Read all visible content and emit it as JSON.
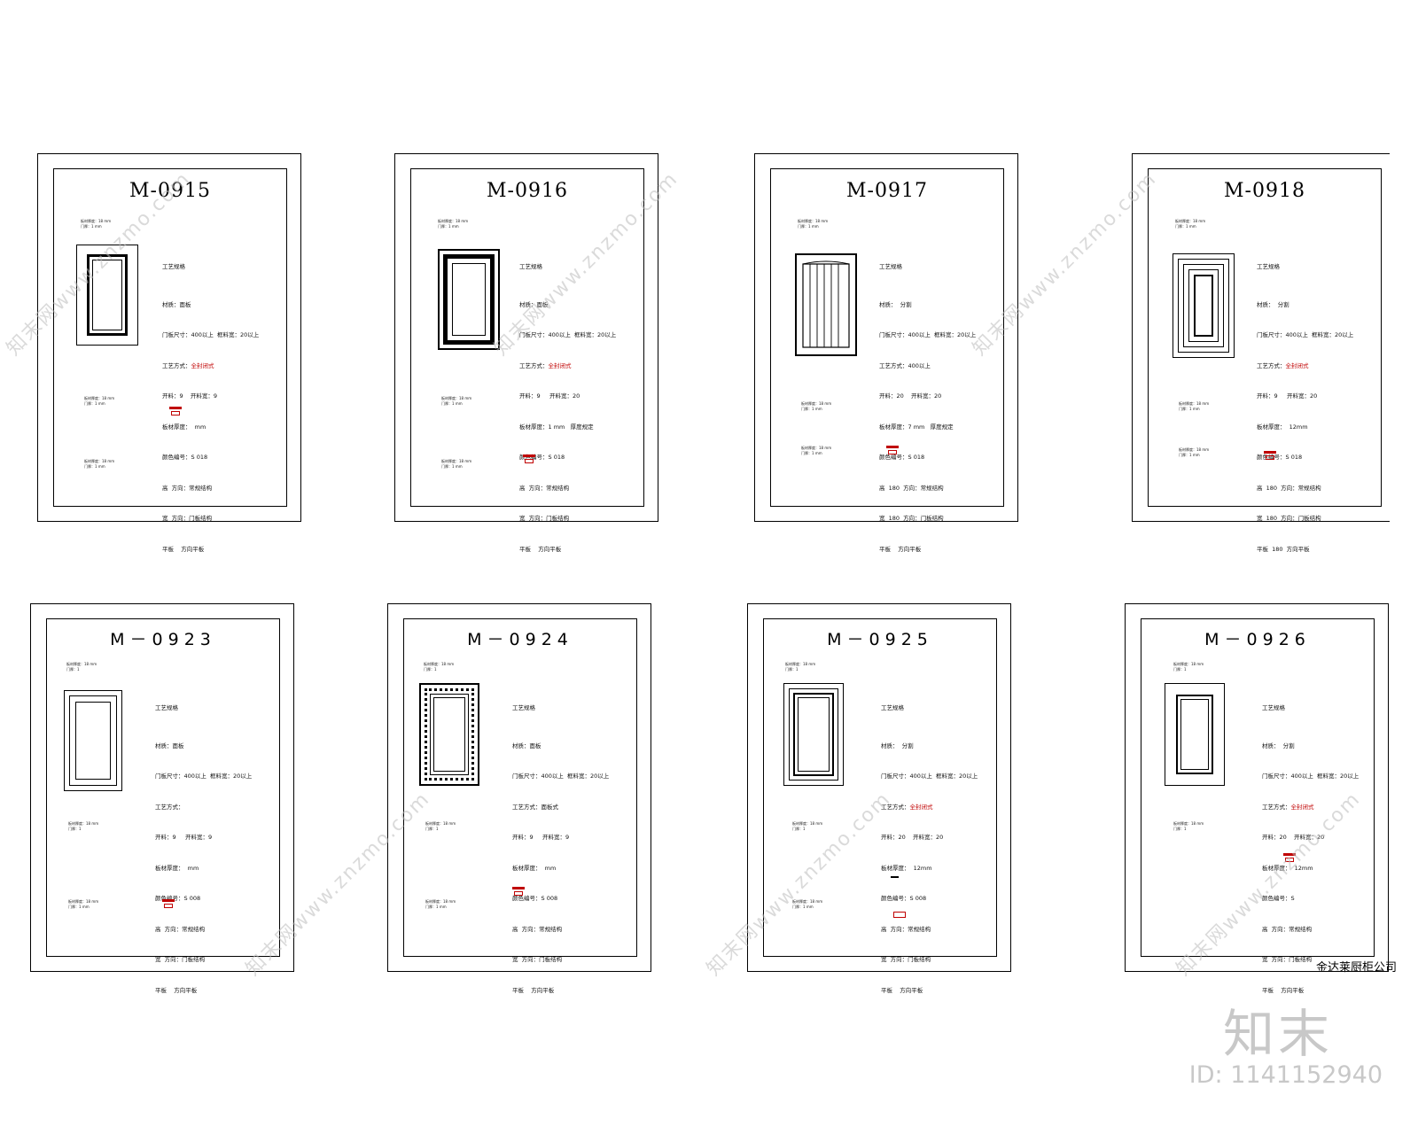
{
  "sheets": [
    {
      "code": "M-0915",
      "notes": [
        "板材厚度：18 mm",
        "门厚：1 mm"
      ],
      "spec_title": "工艺规格",
      "specs": [
        "材质：面板",
        "门板尺寸：400以上  框料宽：20以上",
        "工艺方式：",
        "开料：9    开料宽：9",
        "板材厚度：  mm",
        "颜色编号：S 018",
        "高  方向：常规结构",
        "宽  方向：门板结构",
        "平板    方向平板"
      ],
      "red": "全封闭式",
      "notes_2": [
        "板材厚度：18 mm",
        "门厚：1 mm"
      ],
      "notes_3": [
        "板材厚度：18 mm",
        "门厚：1 mm"
      ]
    },
    {
      "code": "M-0916",
      "notes": [
        "板材厚度：18 mm",
        "门厚：1 mm"
      ],
      "spec_title": "工艺规格",
      "specs": [
        "材质：面板",
        "门板尺寸：400以上  框料宽：20以上",
        "工艺方式：",
        "开料：9     开料宽：20",
        "板材厚度：1 mm   厚度规定",
        "颜色编号：S 018",
        "高  方向：常规结构",
        "宽  方向：门板结构",
        "平板    方向平板"
      ],
      "red": "全封闭式",
      "notes_2": [
        "板材厚度：18 mm",
        "门厚：1 mm"
      ],
      "notes_3": [
        "板材厚度：18 mm",
        "门厚：1 mm"
      ]
    },
    {
      "code": "M-0917",
      "notes": [
        "板材厚度：18 mm",
        "门厚：1 mm"
      ],
      "spec_title": "工艺规格",
      "specs": [
        "材质：  分割",
        "门板尺寸：400以上  框料宽：20以上",
        "工艺方式：400以上",
        "开料：20    开料宽：20",
        "板材厚度：7 mm   厚度规定",
        "颜色编号：S 018",
        "高  180  方向：常规结构",
        "宽  180  方向：门板结构",
        "平板    方向平板"
      ],
      "red": "",
      "notes_2": [
        "板材厚度：18 mm",
        "门厚：1 mm"
      ],
      "notes_3": [
        "板材厚度：18 mm",
        "门厚：1 mm"
      ]
    },
    {
      "code": "M-0918",
      "notes": [
        "板材厚度：18 mm",
        "门厚：1 mm"
      ],
      "spec_title": "工艺规格",
      "specs": [
        "材质：  分割",
        "门板尺寸：400以上  框料宽：20以上",
        "工艺方式：",
        "开料：9     开料宽：20",
        "板材厚度：  12mm",
        "颜色编号：S 018",
        "高  180  方向：常规结构",
        "宽  180  方向：门板结构",
        "平板  180  方向平板"
      ],
      "red": "全封闭式",
      "notes_2": [
        "板材厚度：18 mm",
        "门厚：1 mm"
      ],
      "notes_3": [
        "板材厚度：18 mm",
        "门厚：1 mm"
      ]
    },
    {
      "code": "M－0923",
      "notes": [
        "板材厚度：18 mm",
        "门厚：1"
      ],
      "spec_title": "工艺规格",
      "specs": [
        "材质：面板",
        "门板尺寸：400以上  框料宽：20以上",
        "工艺方式：",
        "开料：9     开料宽：9",
        "板材厚度：  mm",
        "颜色编号：S 008",
        "高  方向：常规结构",
        "宽  方向：门板结构",
        "平板    方向平板"
      ],
      "red": "",
      "notes_2": [
        "板材厚度：18 mm",
        "门厚：1"
      ],
      "notes_3": [
        "板材厚度：18 mm",
        "门厚：1 mm"
      ]
    },
    {
      "code": "M－0924",
      "notes": [
        "板材厚度：18 mm",
        "门厚：1"
      ],
      "spec_title": "工艺规格",
      "specs": [
        "材质：面板",
        "门板尺寸：400以上  框料宽：20以上",
        "工艺方式：面板式",
        "开料：9     开料宽：9",
        "板材厚度：  mm",
        "颜色编号：S 008",
        "高  方向：常规结构",
        "宽  方向：门板结构",
        "平板    方向平板"
      ],
      "red": "",
      "notes_2": [
        "板材厚度：18 mm",
        "门厚：1"
      ],
      "notes_3": [
        "板材厚度：18 mm",
        "门厚：1 mm"
      ]
    },
    {
      "code": "M－0925",
      "notes": [
        "板材厚度：18 mm",
        "门厚：1"
      ],
      "spec_title": "工艺规格",
      "specs": [
        "材质：  分割",
        "门板尺寸：400以上  框料宽：20以上",
        "工艺方式：",
        "开料：20    开料宽：20",
        "板材厚度：  12mm",
        "颜色编号：S 008",
        "高  方向：常规结构",
        "宽  方向：门板结构",
        "平板    方向平板"
      ],
      "red": "全封闭式",
      "notes_2": [
        "板材厚度：18 mm",
        "门厚：1"
      ],
      "notes_3": [
        "板材厚度：18 mm",
        "门厚：1 mm"
      ]
    },
    {
      "code": "M－0926",
      "notes": [
        "板材厚度：18 mm",
        "门厚：1"
      ],
      "spec_title": "工艺规格",
      "specs": [
        "材质：  分割",
        "门板尺寸：400以上  框料宽：20以上",
        "工艺方式：",
        "开料：20    开料宽：20",
        "板材厚度：  12mm",
        "颜色编号：S",
        "高  方向：常规结构",
        "宽  方向：门板结构",
        "平板    方向平板"
      ],
      "red": "全封闭式",
      "notes_2": [
        "板材厚度：18 mm",
        "门厚：1"
      ],
      "notes_3": []
    }
  ],
  "company": "金达莱厨柜公司",
  "brand": "知末",
  "id_label": "ID: 1141152940",
  "watermark": "知末网www.znzmo.com"
}
